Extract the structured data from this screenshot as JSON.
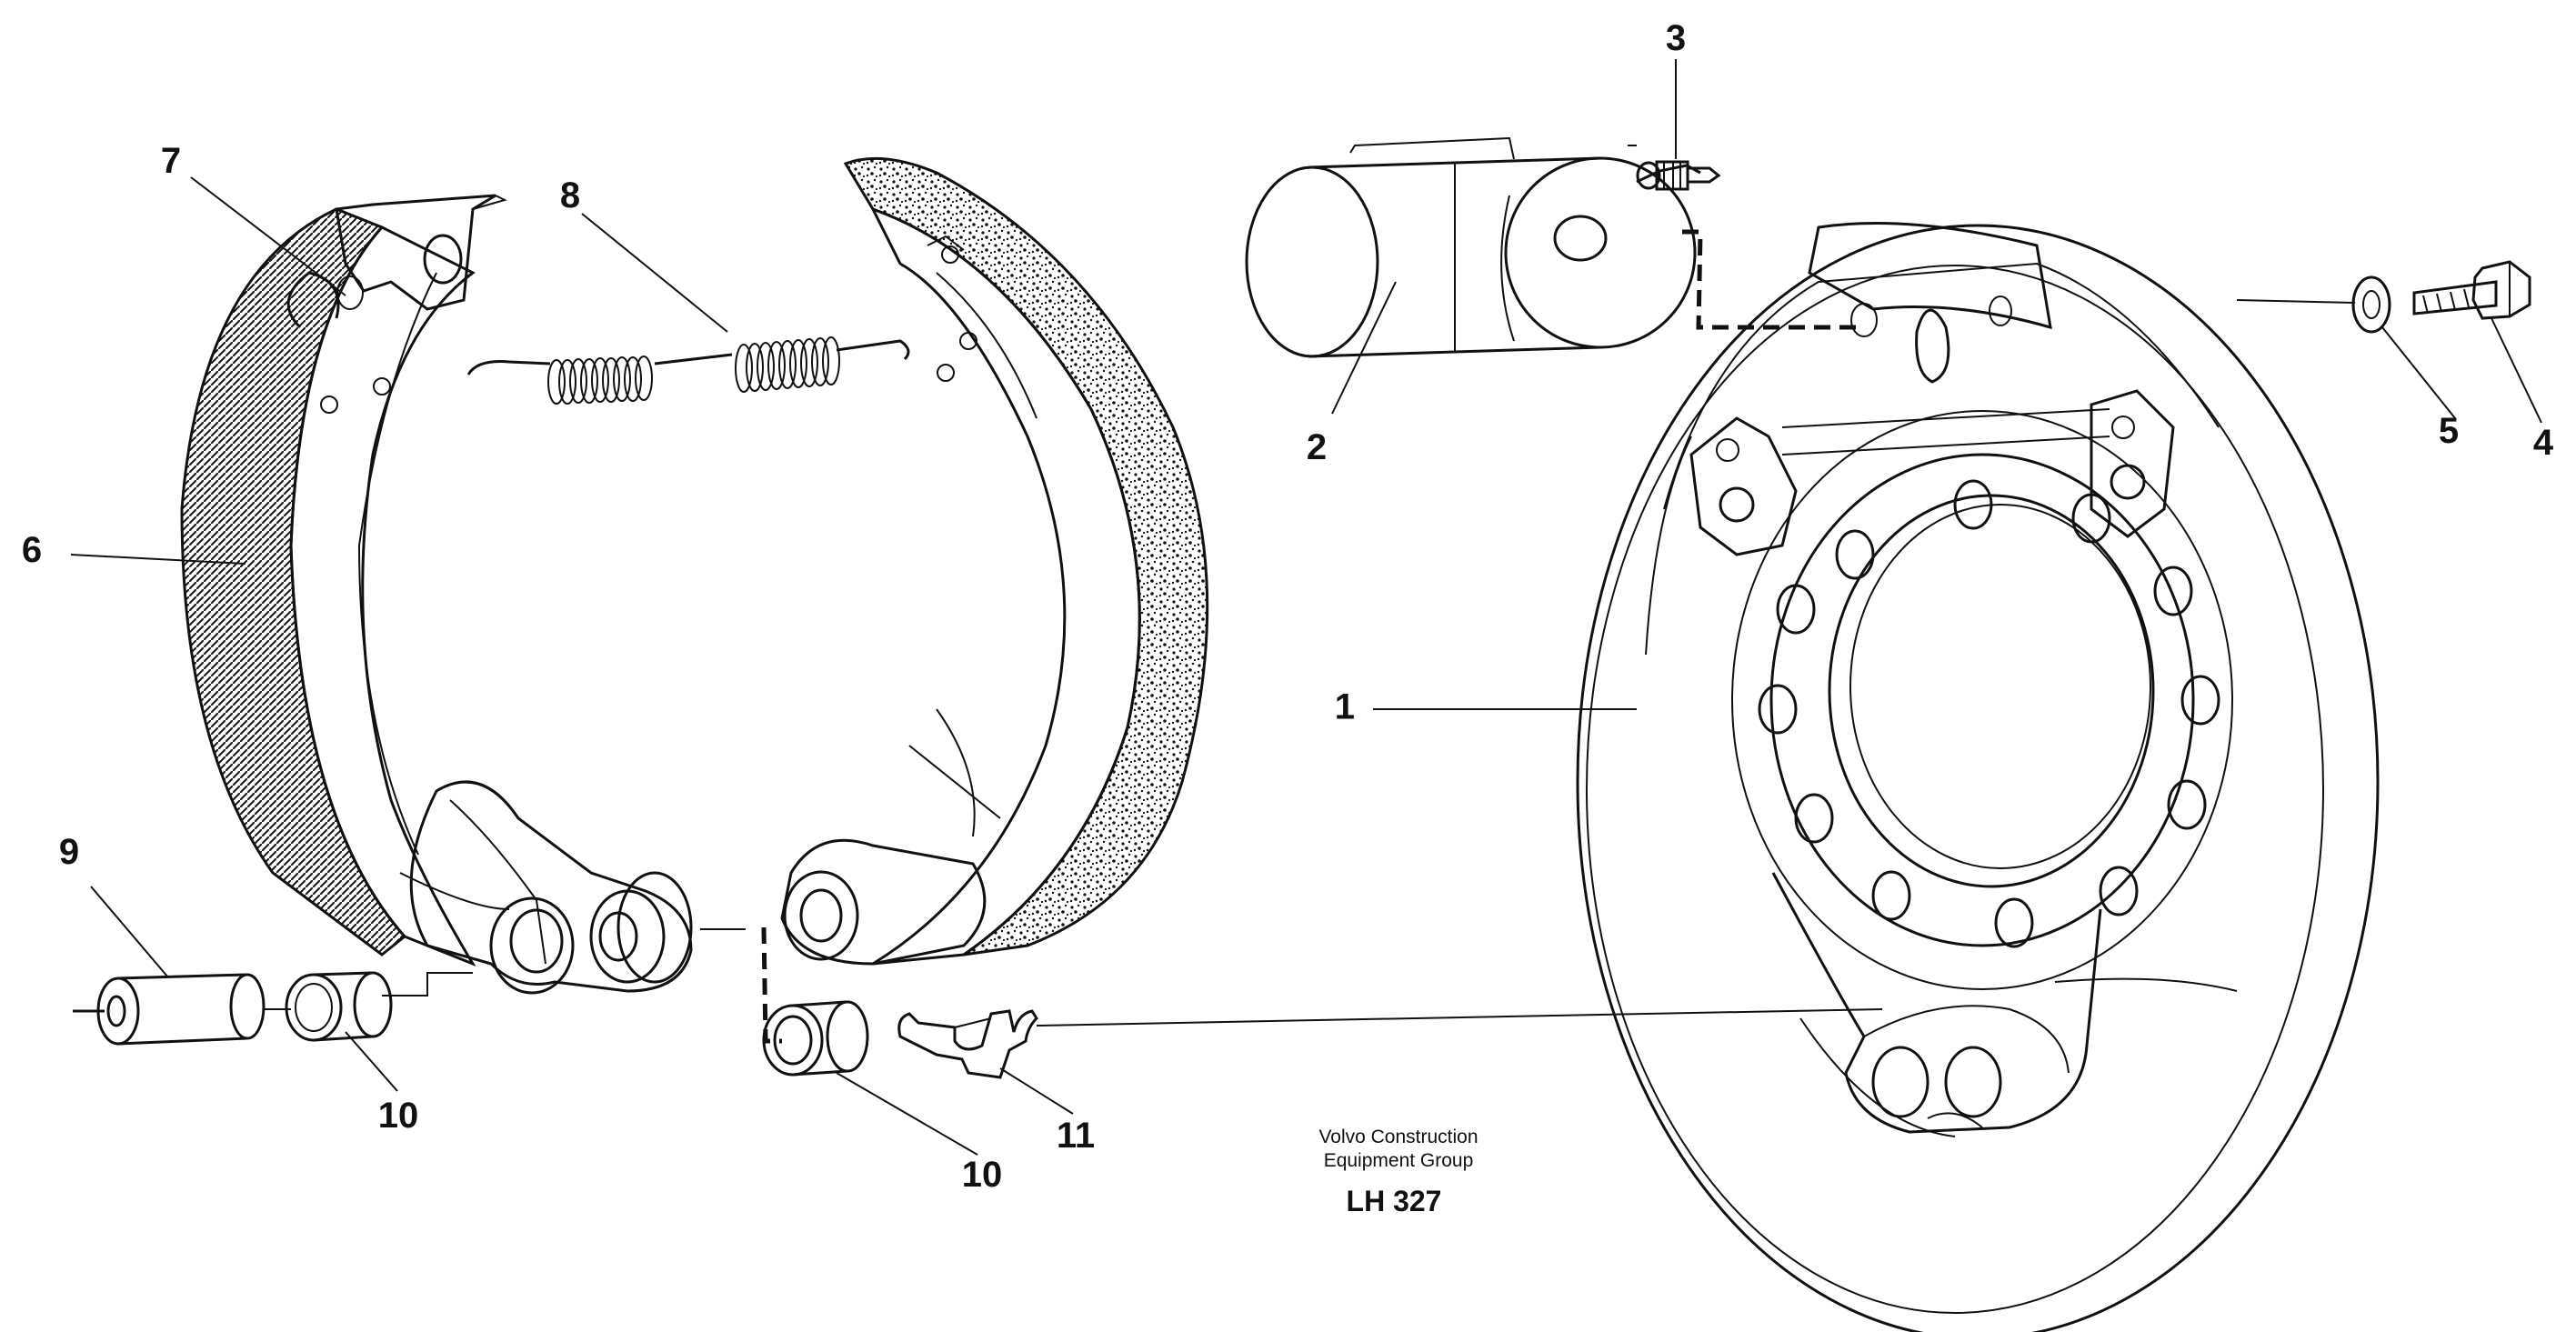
{
  "callouts": {
    "c1": "1",
    "c2": "2",
    "c3": "3",
    "c4": "4",
    "c5": "5",
    "c6": "6",
    "c7": "7",
    "c8": "8",
    "c9": "9",
    "c10a": "10",
    "c10b": "10",
    "c11": "11"
  },
  "caption": {
    "line1": "Volvo Construction",
    "line2": "Equipment Group",
    "code": "LH 327"
  },
  "colors": {
    "ink": "#111111",
    "paper": "#ffffff"
  }
}
